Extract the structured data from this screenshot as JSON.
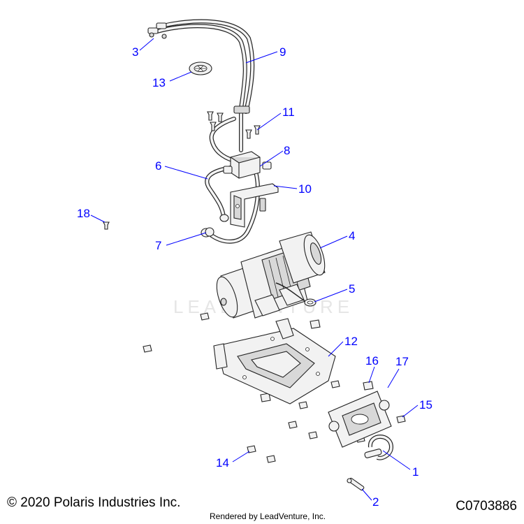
{
  "diagram": {
    "accent_color": "#0000ff",
    "callouts": [
      {
        "id": "c1",
        "label": "1"
      },
      {
        "id": "c2",
        "label": "2"
      },
      {
        "id": "c3",
        "label": "3"
      },
      {
        "id": "c4",
        "label": "4"
      },
      {
        "id": "c5",
        "label": "5"
      },
      {
        "id": "c6",
        "label": "6"
      },
      {
        "id": "c7",
        "label": "7"
      },
      {
        "id": "c8",
        "label": "8"
      },
      {
        "id": "c9",
        "label": "9"
      },
      {
        "id": "c10",
        "label": "10"
      },
      {
        "id": "c11",
        "label": "11"
      },
      {
        "id": "c12",
        "label": "12"
      },
      {
        "id": "c13",
        "label": "13"
      },
      {
        "id": "c14",
        "label": "14"
      },
      {
        "id": "c15",
        "label": "15"
      },
      {
        "id": "c16",
        "label": "16"
      },
      {
        "id": "c17",
        "label": "17"
      },
      {
        "id": "c18",
        "label": "18"
      }
    ]
  },
  "footer": {
    "copyright": "© 2020 Polaris Industries Inc.",
    "document_number": "C0703886",
    "rendered_by": "Rendered by LeadVenture, Inc."
  },
  "watermark": {
    "text": "LEADVENTURE"
  }
}
